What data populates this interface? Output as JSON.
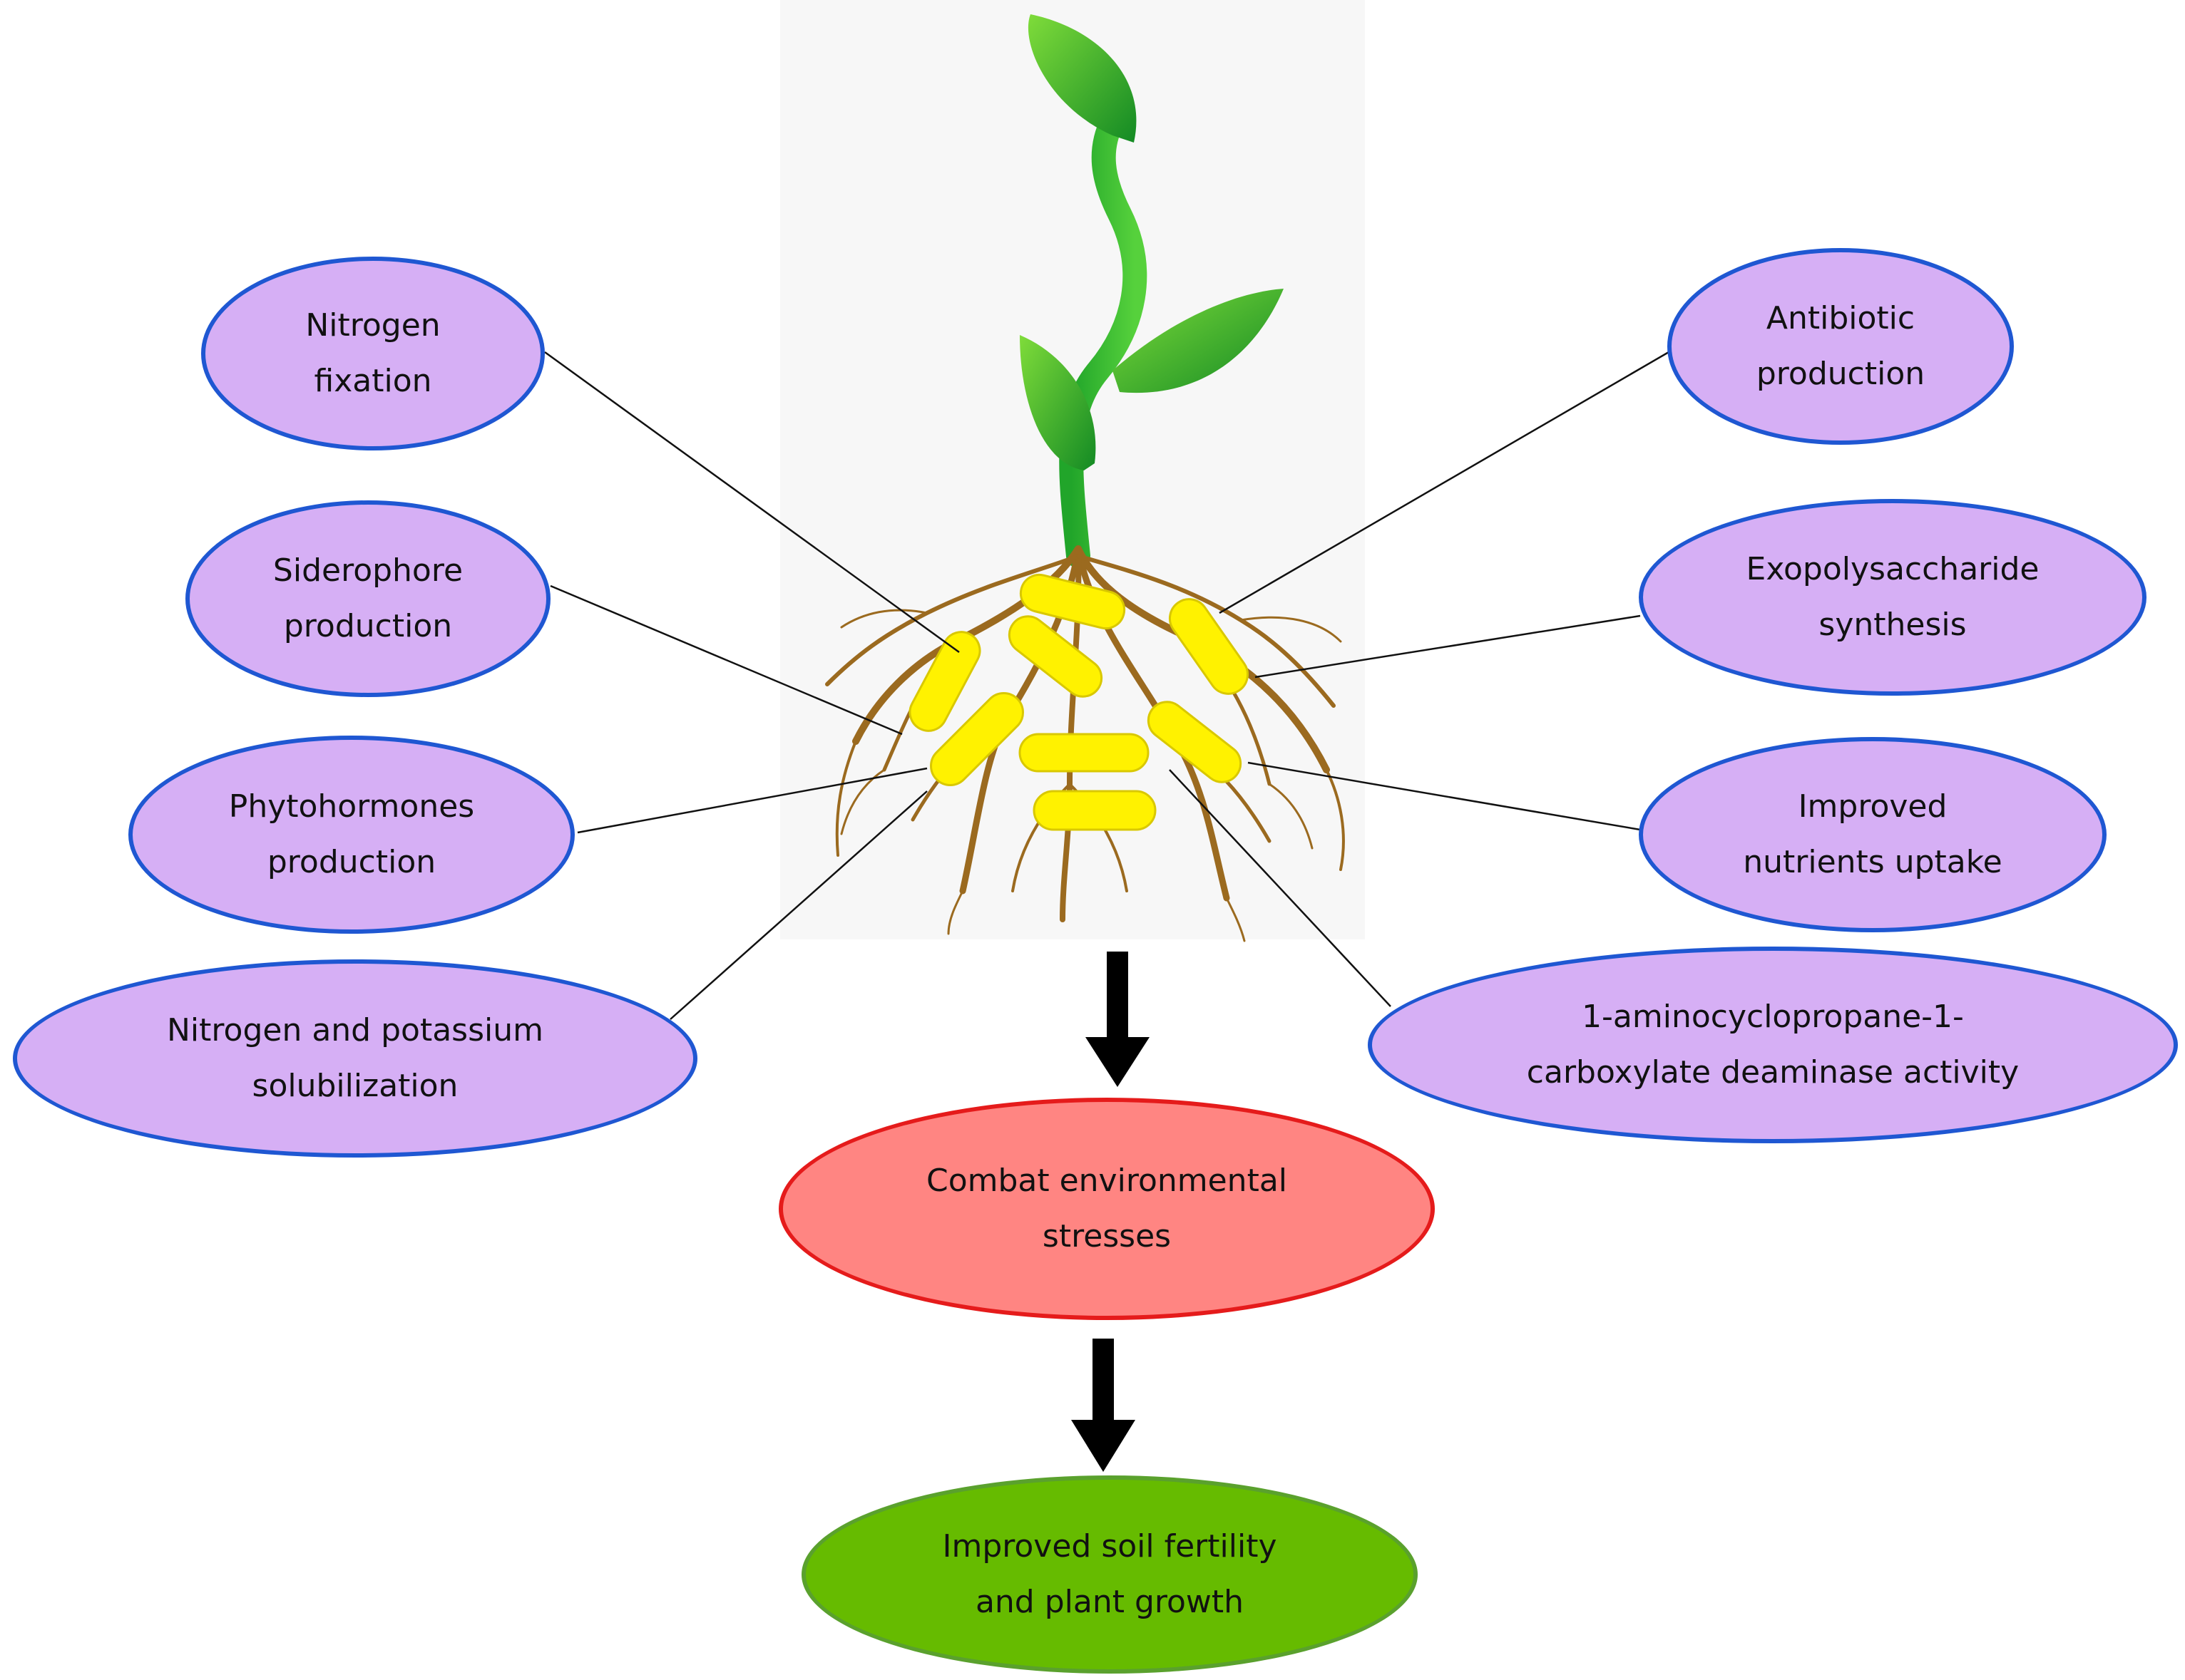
{
  "functions": {
    "nitrogen_fixation": [
      "Nitrogen",
      "fixation"
    ],
    "siderophore": [
      "Siderophore",
      "production"
    ],
    "phytohormones": [
      "Phytohormones",
      "production"
    ],
    "solubilization": [
      "Nitrogen and potassium",
      "solubilization"
    ],
    "antibiotic": [
      "Antibiotic",
      "production"
    ],
    "exopolysaccharide": [
      "Exopolysaccharide",
      "synthesis"
    ],
    "nutrients": [
      "Improved",
      "nutrients uptake"
    ],
    "acc_deaminase": [
      "1-aminocyclopropane-1-",
      "carboxylate deaminase activity"
    ]
  },
  "outcomes": {
    "combat": [
      "Combat environmental",
      "stresses"
    ],
    "improved_soil": [
      "Improved soil fertility",
      "and plant growth"
    ]
  },
  "colors": {
    "function_fill": "#d6aff5",
    "function_border": "#1f57d2",
    "combat_fill": "#ff8582",
    "combat_border": "#e51b1b",
    "growth_fill": "#66bb00",
    "growth_border": "#5aa12d",
    "bacteria": "#fff200",
    "root": "#9b6a1f",
    "leaf": "#22aa22"
  },
  "icons": {
    "plant": "seedling-illustration",
    "bacteria": "rod-bacteria-icon",
    "arrow": "arrow-down-icon"
  }
}
